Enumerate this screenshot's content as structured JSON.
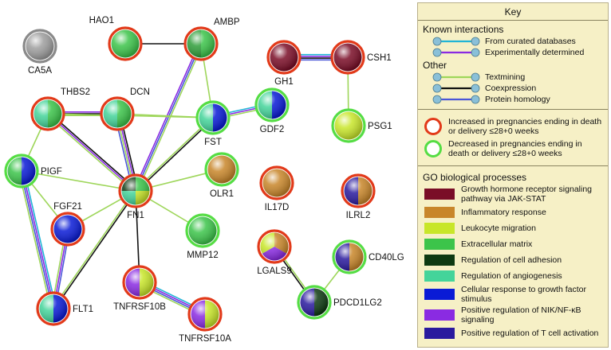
{
  "nodes": [
    {
      "id": "CA5A",
      "label": "CA5A",
      "ring": "gray",
      "fills": [
        "#9e9e9e"
      ],
      "lp": "b"
    },
    {
      "id": "HAO1",
      "label": "HAO1",
      "ring": "red",
      "fills": [
        "#3cc44a"
      ],
      "lp": "tl"
    },
    {
      "id": "AMBP",
      "label": "AMBP",
      "ring": "red",
      "fills": [
        "#3cc44a",
        "#2f9e3a"
      ],
      "lp": "tr"
    },
    {
      "id": "GH1",
      "label": "GH1",
      "ring": "red",
      "fills": [
        "#7a0d27"
      ],
      "lp": "b"
    },
    {
      "id": "CSH1",
      "label": "CSH1",
      "ring": "red",
      "fills": [
        "#7a0d27"
      ],
      "lp": "r"
    },
    {
      "id": "THBS2",
      "label": "THBS2",
      "ring": "red",
      "fills": [
        "#3cc44a",
        "#44d49a"
      ],
      "lp": "tr"
    },
    {
      "id": "DCN",
      "label": "DCN",
      "ring": "red",
      "fills": [
        "#3cc44a",
        "#44d49a"
      ],
      "lp": "tr"
    },
    {
      "id": "FST",
      "label": "FST",
      "ring": "green",
      "fills": [
        "#0a1bd6",
        "#44d49a"
      ],
      "lp": "b"
    },
    {
      "id": "GDF2",
      "label": "GDF2",
      "ring": "green",
      "fills": [
        "#0a1bd6",
        "#44d49a"
      ],
      "lp": "b"
    },
    {
      "id": "PSG1",
      "label": "PSG1",
      "ring": "green",
      "fills": [
        "#c8e62a"
      ],
      "lp": "r"
    },
    {
      "id": "PIGF",
      "label": "PIGF",
      "ring": "green",
      "fills": [
        "#0a1bd6",
        "#3cc44a"
      ],
      "lp": "r"
    },
    {
      "id": "FN1",
      "label": "FN1",
      "ring": "red",
      "fills": [
        "#3cc44a",
        "#c8e62a",
        "#44d49a",
        "#0e3a12"
      ],
      "lp": "b"
    },
    {
      "id": "OLR1",
      "label": "OLR1",
      "ring": "green",
      "fills": [
        "#c8862a"
      ],
      "lp": "b"
    },
    {
      "id": "FGF21",
      "label": "FGF21",
      "ring": "red",
      "fills": [
        "#0a1bd6"
      ],
      "lp": "t"
    },
    {
      "id": "IL17D",
      "label": "IL17D",
      "ring": "red",
      "fills": [
        "#c8862a"
      ],
      "lp": "b"
    },
    {
      "id": "ILRL2",
      "label": "ILRL2",
      "ring": "red",
      "fills": [
        "#c8862a",
        "#2a1a9e"
      ],
      "lp": "b"
    },
    {
      "id": "MMP12",
      "label": "MMP12",
      "ring": "green",
      "fills": [
        "#3cc44a"
      ],
      "lp": "b"
    },
    {
      "id": "LGALS9",
      "label": "LGALS9",
      "ring": "red",
      "fills": [
        "#c8862a",
        "#8a2be2",
        "#c8e62a"
      ],
      "lp": "b"
    },
    {
      "id": "CD40LG",
      "label": "CD40LG",
      "ring": "green",
      "fills": [
        "#c8862a",
        "#2a1a9e"
      ],
      "lp": "r"
    },
    {
      "id": "TNFRSF10B",
      "label": "TNFRSF10B",
      "ring": "red",
      "fills": [
        "#c8e62a",
        "#8a2be2"
      ],
      "lp": "b"
    },
    {
      "id": "FLT1",
      "label": "FLT1",
      "ring": "red",
      "fills": [
        "#0a1bd6",
        "#44d49a"
      ],
      "lp": "r"
    },
    {
      "id": "PDCD1LG2",
      "label": "PDCD1LG2",
      "ring": "green",
      "fills": [
        "#0e3a12",
        "#2a1a9e"
      ],
      "lp": "r"
    },
    {
      "id": "TNFRSF10A",
      "label": "TNFRSF10A",
      "ring": "red",
      "fills": [
        "#c8e62a",
        "#8a2be2"
      ],
      "lp": "b"
    }
  ],
  "edges": [
    {
      "a": "HAO1",
      "b": "AMBP",
      "t": [
        "coexpression"
      ]
    },
    {
      "a": "AMBP",
      "b": "FN1",
      "t": [
        "textmining",
        "homology",
        "experimental"
      ]
    },
    {
      "a": "AMBP",
      "b": "FST",
      "t": [
        "textmining"
      ]
    },
    {
      "a": "GH1",
      "b": "CSH1",
      "t": [
        "curated",
        "experimental",
        "coexpression",
        "homology"
      ]
    },
    {
      "a": "CSH1",
      "b": "PSG1",
      "t": [
        "textmining"
      ]
    },
    {
      "a": "THBS2",
      "b": "DCN",
      "t": [
        "experimental",
        "coexpression",
        "textmining"
      ]
    },
    {
      "a": "THBS2",
      "b": "FN1",
      "t": [
        "coexpression",
        "experimental",
        "textmining"
      ]
    },
    {
      "a": "DCN",
      "b": "FN1",
      "t": [
        "coexpression",
        "experimental",
        "textmining",
        "homology"
      ]
    },
    {
      "a": "DCN",
      "b": "FST",
      "t": [
        "textmining"
      ]
    },
    {
      "a": "FST",
      "b": "GDF2",
      "t": [
        "curated",
        "experimental",
        "textmining"
      ]
    },
    {
      "a": "FST",
      "b": "FN1",
      "t": [
        "coexpression",
        "textmining"
      ]
    },
    {
      "a": "THBS2",
      "b": "PIGF",
      "t": [
        "textmining"
      ]
    },
    {
      "a": "THBS2",
      "b": "FST",
      "t": [
        "textmining"
      ]
    },
    {
      "a": "PIGF",
      "b": "FN1",
      "t": [
        "textmining"
      ]
    },
    {
      "a": "PIGF",
      "b": "FGF21",
      "t": [
        "textmining"
      ]
    },
    {
      "a": "PIGF",
      "b": "FLT1",
      "t": [
        "curated",
        "experimental",
        "homology",
        "textmining"
      ]
    },
    {
      "a": "FN1",
      "b": "OLR1",
      "t": [
        "textmining"
      ]
    },
    {
      "a": "FN1",
      "b": "MMP12",
      "t": [
        "textmining"
      ]
    },
    {
      "a": "FN1",
      "b": "FGF21",
      "t": [
        "textmining"
      ]
    },
    {
      "a": "FN1",
      "b": "FLT1",
      "t": [
        "coexpression",
        "textmining"
      ]
    },
    {
      "a": "FN1",
      "b": "TNFRSF10B",
      "t": [
        "coexpression"
      ]
    },
    {
      "a": "FGF21",
      "b": "FLT1",
      "t": [
        "homology",
        "experimental",
        "textmining"
      ]
    },
    {
      "a": "TNFRSF10B",
      "b": "TNFRSF10A",
      "t": [
        "curated",
        "experimental",
        "homology",
        "textmining"
      ]
    },
    {
      "a": "LGALS9",
      "b": "PDCD1LG2",
      "t": [
        "textmining",
        "coexpression"
      ]
    },
    {
      "a": "CD40LG",
      "b": "PDCD1LG2",
      "t": [
        "textmining"
      ]
    }
  ],
  "edge_colors": {
    "curated": "#22b5d6",
    "experimental": "#8a2be2",
    "textmining": "#9ed65a",
    "coexpression": "#111111",
    "homology": "#4a56d8"
  },
  "ring_colors": {
    "red": "#e23a1a",
    "green": "#55dd44",
    "gray": "#8a8a8a"
  },
  "key": {
    "title": "Key",
    "known_heading": "Known interactions",
    "known": [
      {
        "label": "From curated databases",
        "color": "#22b5d6"
      },
      {
        "label": "Experimentally determined",
        "color": "#8a2be2"
      }
    ],
    "other_heading": "Other",
    "other": [
      {
        "label": "Textmining",
        "color": "#9ed65a"
      },
      {
        "label": "Coexpression",
        "color": "#111111"
      },
      {
        "label": "Protein homology",
        "color": "#4a56d8"
      }
    ],
    "increased_label": "Increased in pregnancies ending in death or delivery ≤28+0 weeks",
    "decreased_label": "Decreased in pregnancies ending in death or delivery ≤28+0 weeks",
    "go_heading": "GO biological processes",
    "go": [
      {
        "label": "Growth hormone receptor signaling pathway via JAK-STAT",
        "color": "#7a0d27"
      },
      {
        "label": "Inflammatory response",
        "color": "#c8862a"
      },
      {
        "label": "Leukocyte migration",
        "color": "#c8e62a"
      },
      {
        "label": "Extracellular matrix",
        "color": "#3cc44a"
      },
      {
        "label": "Regulation of cell adhesion",
        "color": "#0e3a12"
      },
      {
        "label": "Regulation of angiogenesis",
        "color": "#44d49a"
      },
      {
        "label": "Cellular response to growth factor stimulus",
        "color": "#0a1bd6"
      },
      {
        "label": "Positive regulation of NIK/NF-κB signaling",
        "color": "#8a2be2"
      },
      {
        "label": "Positive regulation of T cell activation",
        "color": "#2a1a9e"
      }
    ]
  }
}
